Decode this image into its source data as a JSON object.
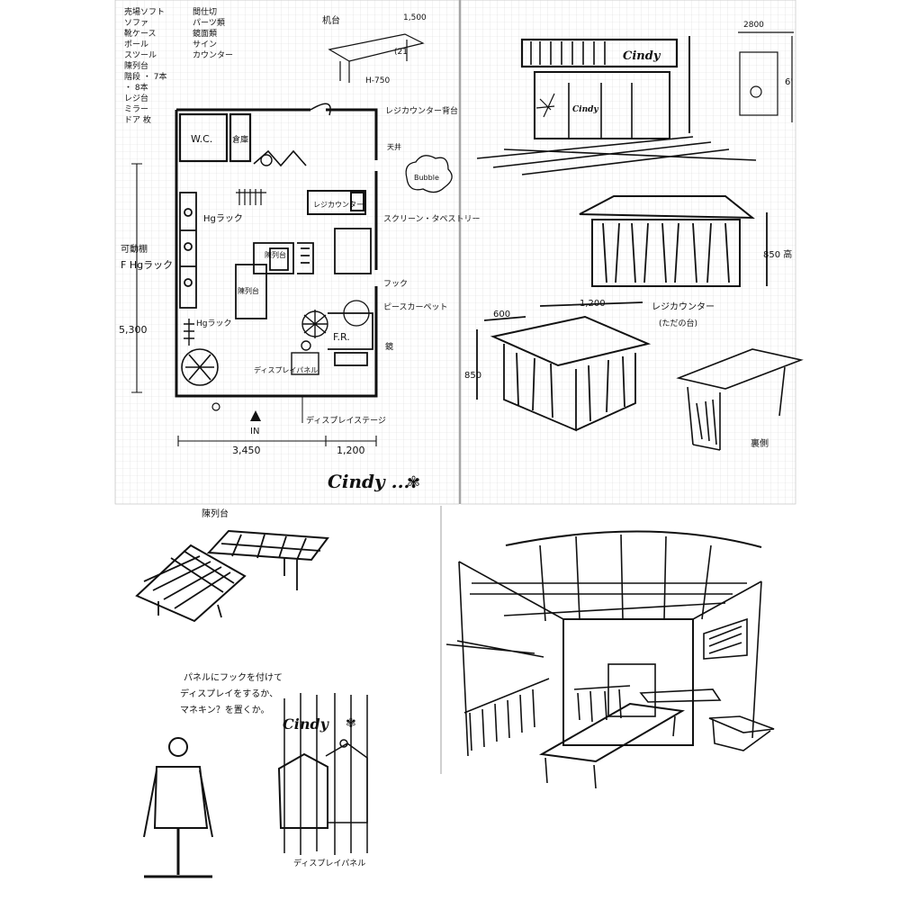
{
  "brand": {
    "name": "Cindy",
    "floor_plan_logo": "Cindy ...",
    "panel_logo": "Cindy"
  },
  "notes": {
    "top_left_column_1": [
      "売場ソフト",
      "ソファ",
      "靴ケース",
      "ポール",
      "スツール",
      "陳列台",
      "階段 ・ 7本",
      "・ 8本",
      "レジ台",
      "ミラー",
      "ドア 枚"
    ],
    "top_left_column_2": [
      "間仕切",
      "パーツ類",
      "鏡面類",
      "サイン",
      "カウンター"
    ]
  },
  "floor_plan": {
    "rooms": {
      "wc": "W.C.",
      "storage": "倉庫"
    },
    "labels": {
      "hg_rack_top": "Hgラック",
      "register_counter": "レジカウンター",
      "adjustable_shelf": "可動棚",
      "fhg_rack": "F Hgラック",
      "display_table_a": "陳列台",
      "display_table_b": "陳列台",
      "fitting_room": "F.R.",
      "hg_rack_side": "Hgラック",
      "display_panel": "ディスプレイパネル",
      "display_stage": "ディスプレイステージ",
      "entrance": "IN",
      "register_counter_note": "レジカウンター背台",
      "screen": "スクリーン・タペストリー",
      "hook": "フック",
      "piece_carpet": "ピースカーペット",
      "mirror": "鏡",
      "bubble": "Bubble",
      "ceiling_note": "天井"
    },
    "dimensions": {
      "depth": "5,300",
      "width_left": "3,450",
      "width_right": "1,200",
      "table_top": "1,500",
      "table_side_1": "(21",
      "table_side_2": "H-750"
    },
    "table_label": "机台"
  },
  "elevation": {
    "top_right_dim": "2800",
    "top_right_height": "6'"
  },
  "register_counter": {
    "label": "レジカウンター",
    "sub_label": "(ただの台)",
    "height": "850",
    "height_front": "850 高",
    "width": "1,200",
    "depth": "600",
    "side_label": "裏側"
  },
  "display_tables": {
    "label": "陳列台"
  },
  "display_panel": {
    "note_line1": "パネルにフックを付けて",
    "note_line2": "ディスプレイをするか、",
    "note_line3": "マネキン？を置くか。",
    "caption": "ディスプレイパネル"
  }
}
